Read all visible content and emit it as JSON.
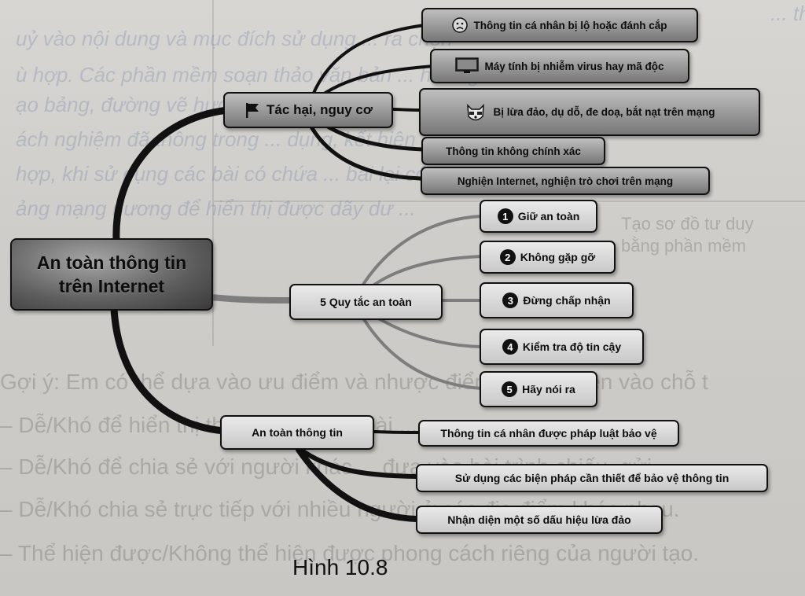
{
  "central": {
    "line1": "An toàn thông tin",
    "line2": "trên Internet"
  },
  "branches": {
    "harms": {
      "label": "Tác hại, nguy cơ",
      "items": [
        "Thông tin cá nhân bị lộ hoặc đánh cắp",
        "Máy tính bị nhiễm virus hay mã độc",
        "Bị lừa đảo, dụ dỗ, đe doạ, bắt nạt trên mạng",
        "Thông tin không chính xác",
        "Nghiện Internet, nghiện trò chơi trên mạng"
      ]
    },
    "rules": {
      "label": "5 Quy tắc an toàn",
      "items": [
        {
          "num": "1",
          "text": "Giữ an toàn"
        },
        {
          "num": "2",
          "text": "Không gặp gỡ"
        },
        {
          "num": "3",
          "text": "Đừng chấp nhận"
        },
        {
          "num": "4",
          "text": "Kiểm tra độ tin cậy"
        },
        {
          "num": "5",
          "text": "Hãy nói ra"
        }
      ]
    },
    "safety": {
      "label": "An toàn thông tin",
      "items": [
        "Thông tin cá nhân được pháp luật bảo vệ",
        "Sử dụng các biện pháp cần thiết để bảo vệ thông tin",
        "Nhận diện một số dấu hiệu lừa đảo"
      ]
    }
  },
  "icons": {
    "harms": "flag-icon",
    "item0": "sad-face-icon",
    "item1": "monitor-icon",
    "item2": "raccoon-icon"
  },
  "background_text": {
    "lines": [
      "... thể công",
      "uỷ vào nội dung và mục đích sử dụng ... ra chọn",
      "ù hợp. Các phần mềm soạn thảo văn bản ... hướng",
      "ạo bảng, đường vẽ hướng ...",
      "ách nghiệm đã thông trong ... dụng, kết hiện",
      "hợp, khi sử dụng các bài có chứa ... bài lại có",
      "ảng mạng nương để hiển thị được dãy dư ...",
      "Tạo sơ đồ tư duy",
      "bằng phần mềm",
      "Gợi ý: Em có thể dựa vào ưu điểm và nhược điểm sau để điền vào chỗ t",
      "– Dễ/Khó để hiển thị thông tin bên ngoài ...",
      "– Dễ/Khó để chia sẻ với người khác ... đưa vào bài trình chiếu, gửi",
      "– Dễ/Khó chia sẻ trực tiếp với nhiều người ở các địa điểm khác nhau.",
      "– Thể hiện được/Không thể hiện được phong cách riêng của người tạo."
    ]
  },
  "caption": "Hình 10.8"
}
